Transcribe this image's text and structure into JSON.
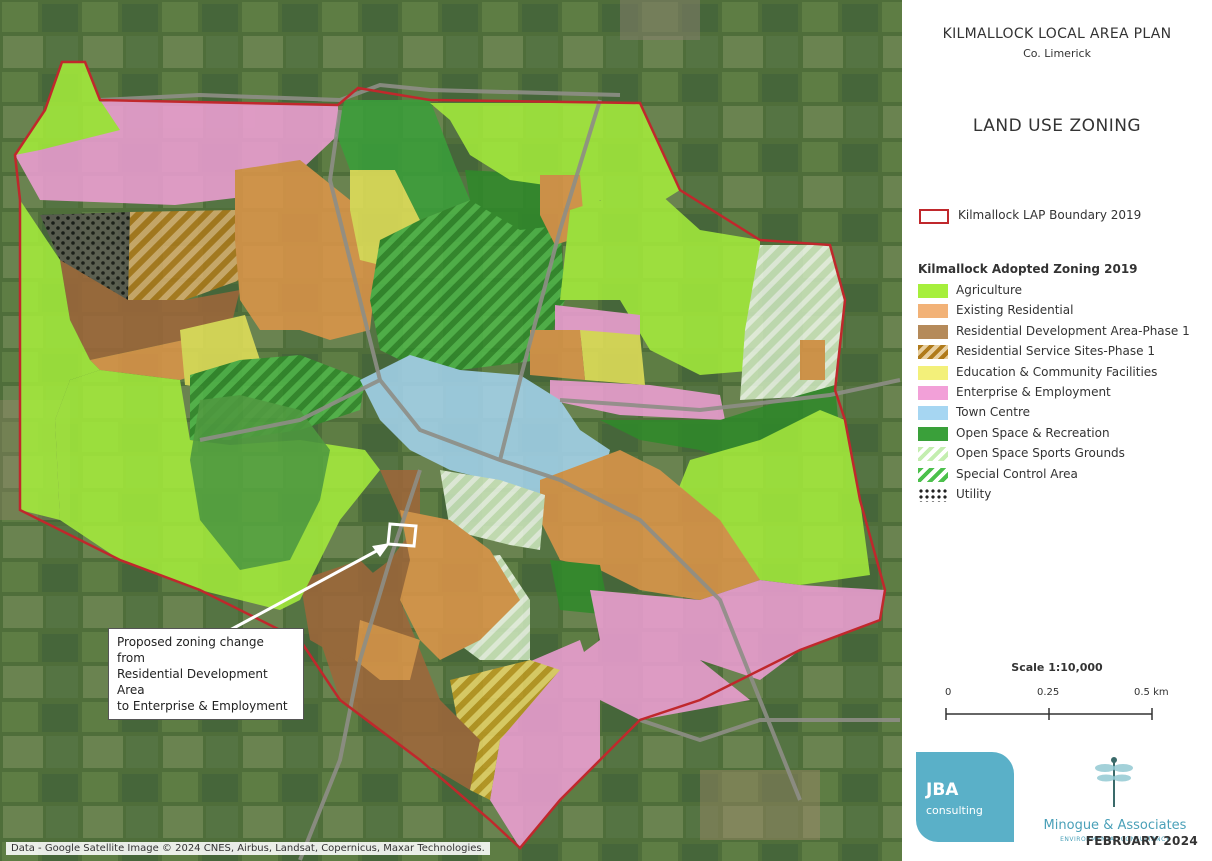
{
  "title": {
    "plan": "KILMALLOCK LOCAL AREA PLAN",
    "county": "Co. Limerick",
    "map_title": "LAND USE ZONING"
  },
  "boundary": {
    "label": "Kilmallock LAP Boundary 2019",
    "color": "#c0282c"
  },
  "legend": {
    "heading": "Kilmallock Adopted Zoning 2019",
    "items": [
      {
        "label": "Agriculture",
        "color": "#a6ef3c",
        "pattern": "solid",
        "name": "agriculture"
      },
      {
        "label": "Existing Residential",
        "color": "#f2b277",
        "pattern": "solid",
        "name": "existing-residential"
      },
      {
        "label": "Residential Development Area-Phase 1",
        "color": "#b58a5a",
        "pattern": "solid",
        "name": "residential-development"
      },
      {
        "label": "Residential Service Sites-Phase 1",
        "color": "#b07a1a",
        "pattern": "hatch",
        "name": "residential-service-sites"
      },
      {
        "label": "Education & Community Facilities",
        "color": "#f3f07a",
        "pattern": "solid",
        "name": "education-community"
      },
      {
        "label": "Enterprise & Employment",
        "color": "#f2a0d8",
        "pattern": "solid",
        "name": "enterprise-employment"
      },
      {
        "label": "Town Centre",
        "color": "#a6d6f2",
        "pattern": "solid",
        "name": "town-centre"
      },
      {
        "label": "Open Space & Recreation",
        "color": "#3aa03a",
        "pattern": "solid",
        "name": "open-space-recreation"
      },
      {
        "label": "Open Space Sports Grounds",
        "color": "#c4eeb0",
        "pattern": "hatch-light",
        "name": "open-space-sports"
      },
      {
        "label": "Special Control Area",
        "color": "#4cc04c",
        "pattern": "hatch-green",
        "name": "special-control-area"
      },
      {
        "label": "Utility",
        "color": "#222222",
        "pattern": "dots",
        "name": "utility"
      }
    ]
  },
  "scale": {
    "label": "Scale 1:10,000",
    "ticks": [
      "0",
      "0.25",
      "0.5 km"
    ]
  },
  "logos": {
    "jba_title": "JBA",
    "jba_sub": "consulting",
    "minogue_name": "Minogue & Associates",
    "minogue_sub": "ENVIRONMENTAL CONSULTANCY"
  },
  "date": "FEBRUARY 2024",
  "annotation": {
    "lines": [
      "Proposed zoning change from",
      "Residential Development Area",
      "to Enterprise & Employment"
    ]
  },
  "credit": "Data -  Google Satellite Image © 2024 CNES, Airbus, Landsat, Copernicus, Maxar Technologies."
}
